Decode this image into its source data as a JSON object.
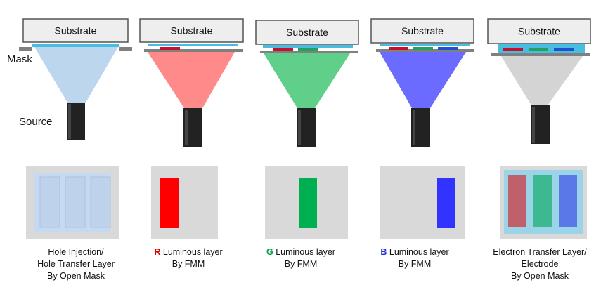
{
  "labels": {
    "substrate": "Substrate",
    "mask": "Mask",
    "source": "Source"
  },
  "colors": {
    "substrate_fill": "#eeeeee",
    "substrate_border": "#555555",
    "mask": "#808080",
    "film": "#49bde0",
    "source": "#222222",
    "panel": "#d9d9d9",
    "red": "#ff0000",
    "green": "#00b050",
    "blue": "#3333ff"
  },
  "steps": [
    {
      "id": "hil",
      "cone_color": "#bcd6ee",
      "caption": {
        "highlight": "",
        "lines": [
          "Hole Injection/",
          "Hole Transfer Layer",
          "By Open Mask"
        ]
      }
    },
    {
      "id": "red",
      "cone_color": "#ff8a8a",
      "caption": {
        "highlight": "R",
        "highlight_class": "r",
        "lines": [
          " Luminous layer",
          "By FMM"
        ]
      }
    },
    {
      "id": "green",
      "cone_color": "#5fcf8a",
      "caption": {
        "highlight": "G",
        "highlight_class": "g",
        "lines": [
          " Luminous layer",
          "By FMM"
        ]
      }
    },
    {
      "id": "blue",
      "cone_color": "#6b6bff",
      "caption": {
        "highlight": "B",
        "highlight_class": "b",
        "lines": [
          " Luminous layer",
          "By FMM"
        ]
      }
    },
    {
      "id": "etl",
      "cone_color": "#d4d4d4",
      "caption": {
        "highlight": "",
        "lines": [
          "Electron Transfer Layer/",
          "Electrode",
          "By Open Mask"
        ]
      }
    }
  ]
}
